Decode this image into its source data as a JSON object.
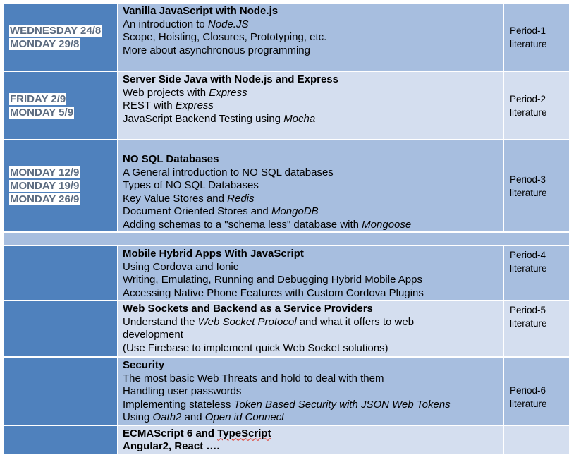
{
  "rows": [
    {
      "dates": [
        "WEDNESDAY 24/8",
        "MONDAY 29/8"
      ],
      "title": "Vanilla JavaScript with Node.js",
      "lines": [
        [
          {
            "t": "An introduction to "
          },
          {
            "t": "Node.JS",
            "i": true
          }
        ],
        [
          {
            "t": "Scope, Hoisting, Closures, Prototyping, etc."
          }
        ],
        [
          {
            "t": "More about asynchronous programming"
          }
        ]
      ],
      "literature": [
        "Period-1",
        "literature"
      ]
    },
    {
      "dates": [
        "FRIDAY 2/9",
        "MONDAY 5/9"
      ],
      "title": "Server Side Java with Node.js and Express",
      "lines": [
        [
          {
            "t": "Web projects  with "
          },
          {
            "t": "Express",
            "i": true
          }
        ],
        [
          {
            "t": "REST with "
          },
          {
            "t": "Express",
            "i": true
          }
        ],
        [
          {
            "t": "JavaScript Backend Testing using "
          },
          {
            "t": "Mocha",
            "i": true
          }
        ]
      ],
      "literature": [
        "Period-2",
        "literature"
      ]
    },
    {
      "dates": [
        "MONDAY 12/9",
        "MONDAY 19/9",
        "MONDAY 26/9"
      ],
      "title": "NO SQL Databases",
      "lines": [
        [
          {
            "t": "A General introduction to NO SQL databases"
          }
        ],
        [
          {
            "t": "Types of NO SQL Databases"
          }
        ],
        [
          {
            "t": "Key Value Stores and "
          },
          {
            "t": "Redis",
            "i": true
          }
        ],
        [
          {
            "t": "Document Oriented Stores and "
          },
          {
            "t": "MongoDB",
            "i": true
          }
        ],
        [
          {
            "t": "Adding schemas to a  \"schema less\" database with "
          },
          {
            "t": "Mongoose",
            "i": true
          }
        ]
      ],
      "literature": [
        "Period-3",
        "literature"
      ]
    },
    {
      "dates": [],
      "title": "Mobile Hybrid Apps With JavaScript",
      "lines": [
        [
          {
            "t": "Using Cordova and Ionic"
          }
        ],
        [
          {
            "t": "Writing, Emulating, Running and Debugging Hybrid Mobile Apps"
          }
        ],
        [
          {
            "t": "Accessing Native Phone Features with Custom Cordova Plugins"
          }
        ]
      ],
      "literature": [
        "Period-4",
        "literature"
      ]
    },
    {
      "dates": [],
      "title": "Web Sockets and Backend as a Service Providers",
      "lines": [
        [
          {
            "t": "Understand the "
          },
          {
            "t": "Web Socket Protocol",
            "i": true
          },
          {
            "t": " and what it offers to web"
          }
        ],
        [
          {
            "t": "development"
          }
        ],
        [
          {
            "t": "(Use Firebase to implement quick Web Socket solutions)"
          }
        ]
      ],
      "literature": [
        "Period-5",
        "literature"
      ]
    },
    {
      "dates": [],
      "title": "Security",
      "lines": [
        [
          {
            "t": "The most basic Web Threats and hold to deal with them"
          }
        ],
        [
          {
            "t": "Handling user passwords"
          }
        ],
        [
          {
            "t": "Implementing stateless "
          },
          {
            "t": "Token Based Security with JSON Web Tokens",
            "i": true
          }
        ],
        [
          {
            "t": "Using "
          },
          {
            "t": "Oath2",
            "i": true
          },
          {
            "t": " and "
          },
          {
            "t": "Open id Connect",
            "i": true
          }
        ]
      ],
      "literature": [
        "Period-6",
        "literature"
      ]
    },
    {
      "dates": [],
      "title_parts": [
        "ECMAScript 6 and ",
        "TypeScript"
      ],
      "title2": "Angular2, React ….",
      "lines": [],
      "literature": []
    }
  ]
}
